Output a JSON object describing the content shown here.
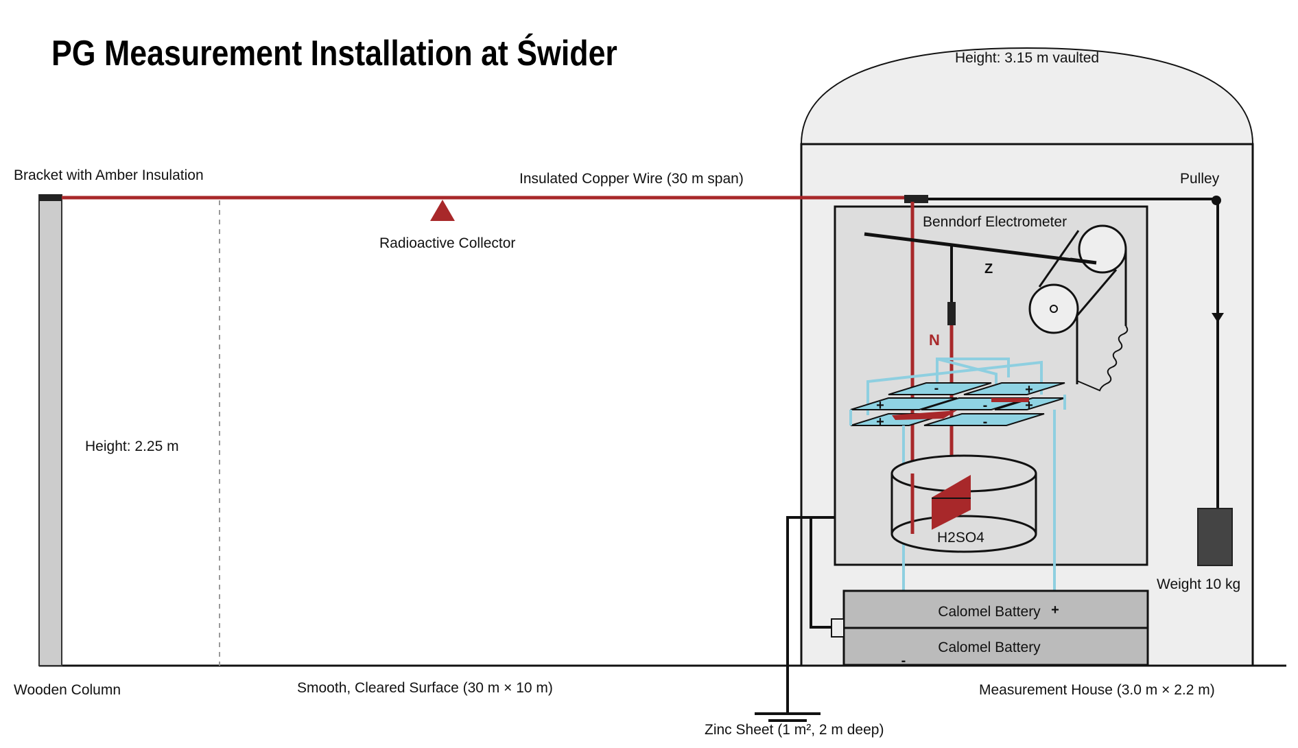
{
  "title": "PG Measurement Installation at Świder",
  "colors": {
    "wire_red": "#a8282a",
    "electrode_blue": "#8ecfe0",
    "plate_fill": "#8fd3e3",
    "house_fill": "#eeeeee",
    "electrometer_fill": "#dddddd",
    "battery_fill": "#bbbbbb",
    "column_fill": "#cccccc",
    "weight_fill": "#444444"
  },
  "labels": {
    "bracket": "Bracket with Amber Insulation",
    "wire": "Insulated Copper Wire (30 m span)",
    "collector": "Radioactive Collector",
    "column_height": "Height: 2.25 m",
    "column": "Wooden Column",
    "surface": "Smooth, Cleared Surface (30 m × 10 m)",
    "zinc_sheet": "Zinc Sheet (1 m², 2 m deep)",
    "house": "Measurement House (3.0 m × 2.2 m)",
    "house_height": "Height: 3.15 m vaulted",
    "pulley": "Pulley",
    "electrometer": "Benndorf Electrometer",
    "needle_z": "Z",
    "needle_n": "N",
    "acid": "H2SO4",
    "weight": "Weight 10 kg",
    "battery_top": "Calomel Battery",
    "battery_bottom": "Calomel Battery",
    "plus": "+",
    "minus": "-"
  },
  "quadrant_signs": {
    "top_left": "-",
    "top_right": "+",
    "mid_left": "+",
    "mid_center": "-",
    "mid_right": "+",
    "bottom_left": "+",
    "bottom_right": "-"
  }
}
